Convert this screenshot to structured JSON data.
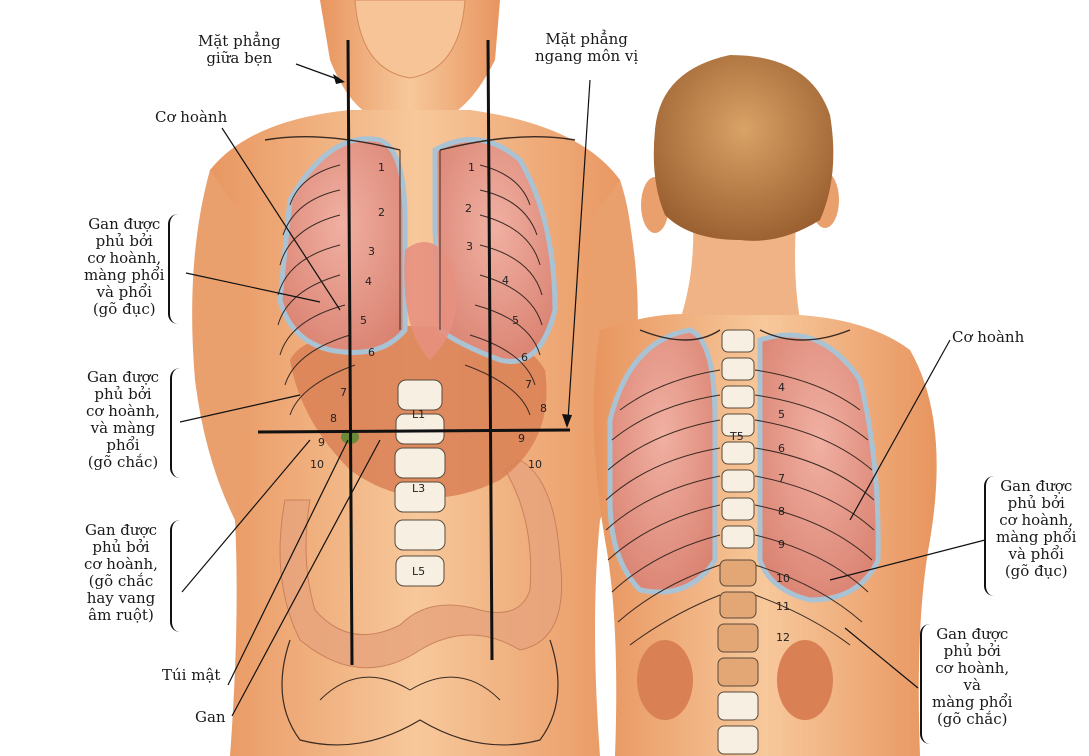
{
  "front_labels": {
    "mid_inguinal_plane": [
      "Mặt phẳng",
      "giữa bẹn"
    ],
    "transpyloric_plane": [
      "Mặt phẳng",
      "ngang môn vị"
    ],
    "diaphragm": "Cơ hoành",
    "liver_dull": [
      "Gan được",
      "phủ bởi",
      "cơ hoành,",
      "màng phổi",
      "và phổi",
      "(gõ đục)"
    ],
    "liver_firm": [
      "Gan được",
      "phủ bởi",
      "cơ hoành,",
      "và màng",
      "phổi",
      "(gõ chắc)"
    ],
    "liver_resonant": [
      "Gan được",
      "phủ bởi",
      "cơ hoành,",
      "(gõ chắc",
      "hay vang",
      "âm ruột)"
    ],
    "gallbladder": "Túi mật",
    "liver": "Gan"
  },
  "back_labels": {
    "diaphragm": "Cơ hoành",
    "liver_dull": [
      "Gan được",
      "phủ bởi",
      "cơ hoành,",
      "màng phổi",
      "và phổi",
      "(gõ đục)"
    ],
    "liver_firm": [
      "Gan được",
      "phủ bởi",
      "cơ hoành,",
      "và",
      "màng phổi",
      "(gõ chắc)"
    ]
  },
  "front_rib_numbers": [
    "1",
    "2",
    "3",
    "4",
    "5",
    "6",
    "7",
    "8",
    "9",
    "10"
  ],
  "front_vertebrae": [
    "L1",
    "L3",
    "L5"
  ],
  "back_rib_numbers": [
    "4",
    "5",
    "6",
    "7",
    "8",
    "9",
    "10",
    "11",
    "12"
  ],
  "back_vertebra": "T5",
  "colors": {
    "skin": "#f2b98a",
    "skin_shadow": "#e79a68",
    "lung": "#e99a8c",
    "lung_edge": "#a9c3d4",
    "liver": "#d98055",
    "intestine": "#e8a57e",
    "hair": "#b87a3e",
    "bone": "#f6efe2",
    "line": "#1a1a1a"
  }
}
